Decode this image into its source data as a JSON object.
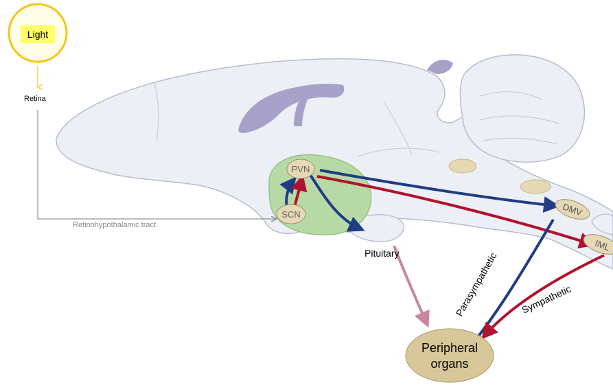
{
  "labels": {
    "light": "Light",
    "retina": "Retina",
    "tract": "Retinohypothalamic tract",
    "pvn": "PVN",
    "scn": "SCN",
    "dmv": "DMV",
    "iml": "IML",
    "pituitary": "Pituitary",
    "parasympathetic": "Parasympathetic",
    "sympathetic": "Sympathetic",
    "peripheral_line1": "Peripheral",
    "peripheral_line2": "organs"
  },
  "colors": {
    "brain_fill": "#eceff6",
    "brain_stroke": "#b9bccb",
    "ventricle": "#a7a1c9",
    "hypothalamus": "#b7d9a6",
    "nucleus": "#e6d8b4",
    "organs": "#d8c799",
    "sun_fill": "#fffde7",
    "sun_stroke": "#f5c518",
    "light_box": "#ffff66",
    "blue_arrow": "#1f3c84",
    "red_arrow": "#b1122e",
    "pink_arrow": "#c9869e",
    "tract_line": "#7a7a7a"
  }
}
